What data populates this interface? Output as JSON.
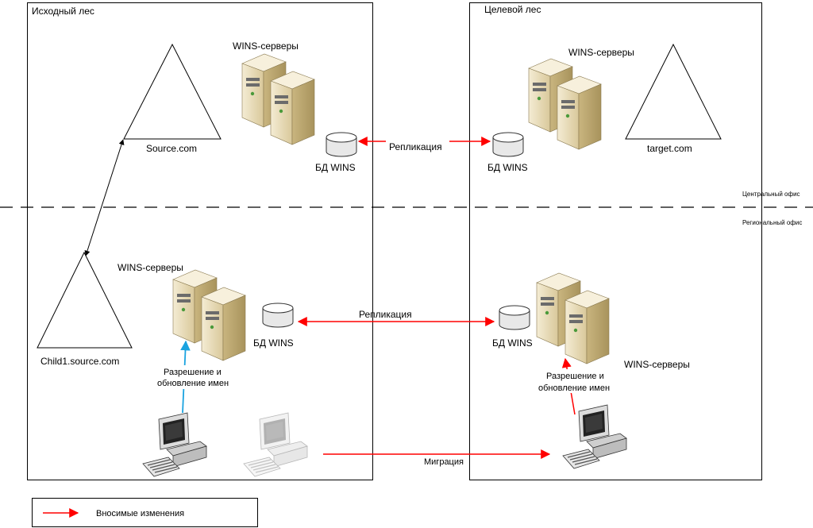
{
  "forests": {
    "source": "Исходный лес",
    "target": "Целевой лес"
  },
  "domains": {
    "source": "Source.com",
    "child": "Child1.source.com",
    "target": "target.com"
  },
  "servers": {
    "central_source": "WINS-серверы",
    "central_target": "WINS-серверы",
    "regional_source": "WINS-серверы",
    "regional_target": "WINS-серверы"
  },
  "databases": {
    "central_source": "БД WINS",
    "central_target": "БД WINS",
    "regional_source": "БД WINS",
    "regional_target": "БД WINS"
  },
  "arrows": {
    "replication_central": "Репликация",
    "replication_regional": "Репликация",
    "migration": "Миграция"
  },
  "name_resolution": {
    "source_line1": "Разрешение и",
    "source_line2": "обновление имен",
    "target_line1": "Разрешение и",
    "target_line2": "обновление имен"
  },
  "offices": {
    "central": "Центральный офис",
    "regional": "Региональный офис"
  },
  "legend": {
    "label": "Вносимые изменения",
    "arrow_color": "#ff0000"
  },
  "colors": {
    "change_arrow": "#ff0000",
    "client_link": "#1aa3e0",
    "server_body": "#e9dcb8"
  }
}
